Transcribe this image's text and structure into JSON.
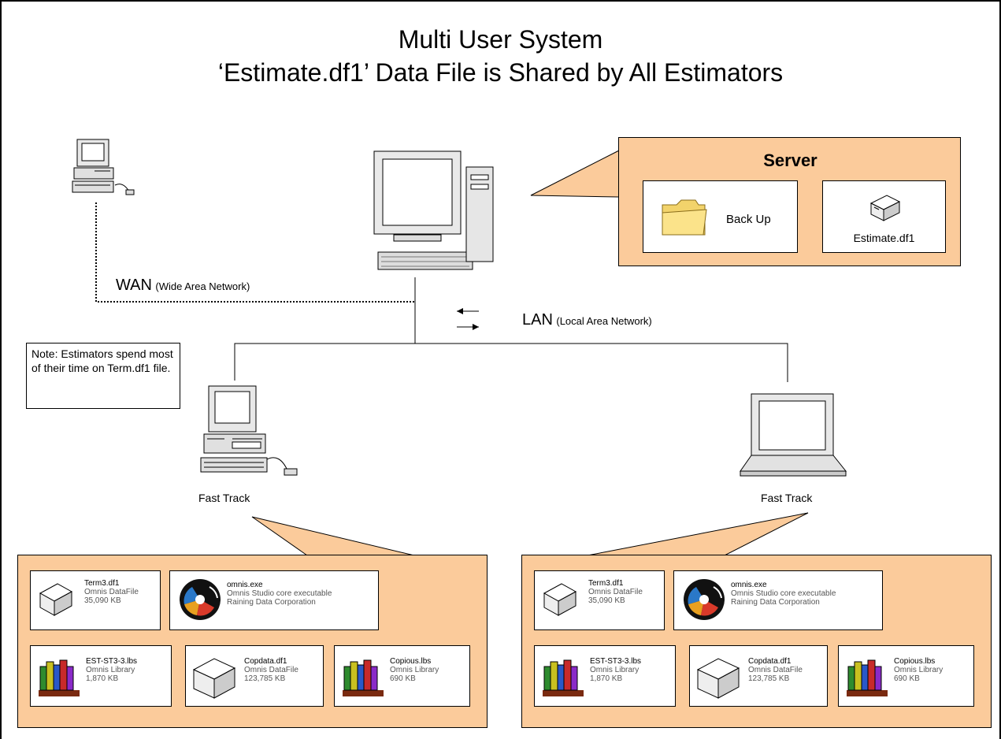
{
  "title": {
    "line1": "Multi User System",
    "line2": "‘Estimate.df1’ Data File is Shared by All Estimators"
  },
  "server": {
    "label": "Server",
    "items": [
      {
        "name": "Back Up",
        "icon": "folder-icon"
      },
      {
        "name": "Estimate.df1",
        "icon": "datafile-icon"
      }
    ]
  },
  "network": {
    "wan_label": "WAN",
    "wan_sub": "(Wide Area Network)",
    "lan_label": "LAN",
    "lan_sub": "(Local Area Network)"
  },
  "note": "Note: Estimators spend most of their time on Term.df1 file.",
  "clients": {
    "left_label": "Fast Track",
    "right_label": "Fast Track"
  },
  "files": [
    {
      "name": "Term3.df1",
      "type": "Omnis DataFile",
      "size": "35,090 KB",
      "icon": "datafile-icon"
    },
    {
      "name": "omnis.exe",
      "type": "Omnis Studio core executable",
      "size": "Raining Data Corporation",
      "icon": "omnis-exe-icon"
    },
    {
      "name": "EST-ST3-3.lbs",
      "type": "Omnis Library",
      "size": "1,870 KB",
      "icon": "library-books-icon"
    },
    {
      "name": "Copdata.df1",
      "type": "Omnis DataFile",
      "size": "123,785 KB",
      "icon": "datafile-icon"
    },
    {
      "name": "Copious.lbs",
      "type": "Omnis Library",
      "size": "690 KB",
      "icon": "library-books-icon"
    }
  ],
  "colors": {
    "callout_fill": "#fbcb9b",
    "folder_yellow": "#f2d36b"
  }
}
